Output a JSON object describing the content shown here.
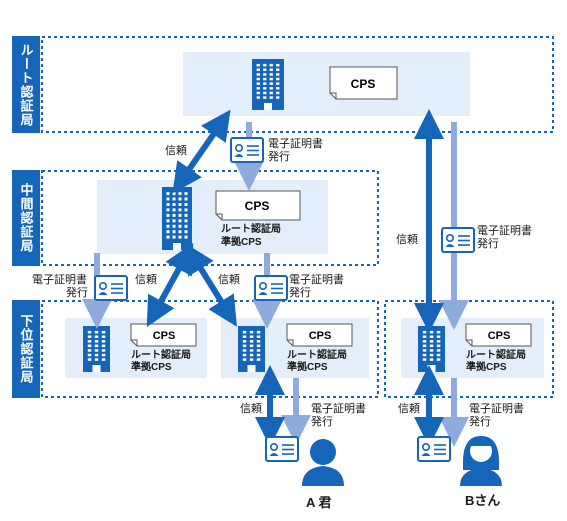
{
  "tiers": {
    "root": "ルート認証局",
    "intermediate": "中間認証局",
    "lower": "下位認証局"
  },
  "docs": {
    "cps": "CPS"
  },
  "cps_names": {
    "compliant_line1": "ルート認証局",
    "compliant_line2": "準拠CPS"
  },
  "labels": {
    "trust": "信頼",
    "cert_issue_line1": "電子証明書",
    "cert_issue_line2": "発行"
  },
  "persons": {
    "a": "A 君",
    "b": "Bさん"
  },
  "colors": {
    "dark_blue": "#1565b8",
    "light_blue": "#8fabde",
    "panel_bg": "#e3eefa",
    "dotted_border": "#1565b8"
  }
}
